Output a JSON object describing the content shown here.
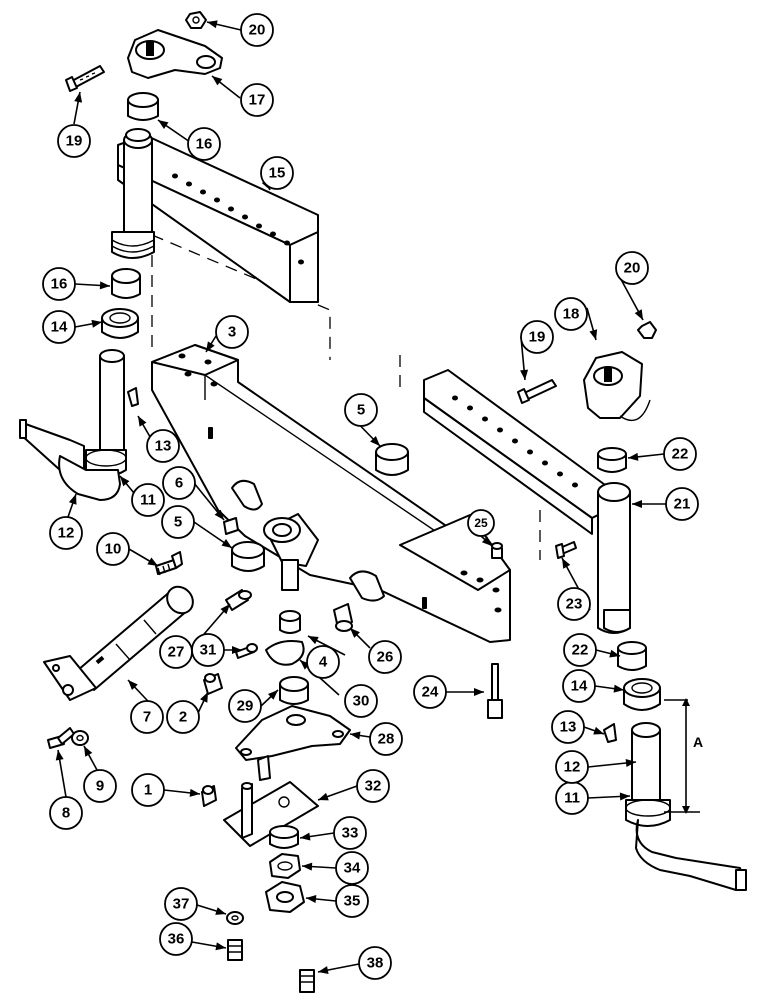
{
  "callouts": [
    {
      "label": "1"
    },
    {
      "label": "2"
    },
    {
      "label": "3"
    },
    {
      "label": "4"
    },
    {
      "label": "5"
    },
    {
      "label": "5"
    },
    {
      "label": "6"
    },
    {
      "label": "7"
    },
    {
      "label": "8"
    },
    {
      "label": "9"
    },
    {
      "label": "10"
    },
    {
      "label": "11"
    },
    {
      "label": "11"
    },
    {
      "label": "12"
    },
    {
      "label": "12"
    },
    {
      "label": "13"
    },
    {
      "label": "13"
    },
    {
      "label": "14"
    },
    {
      "label": "14"
    },
    {
      "label": "15"
    },
    {
      "label": "16"
    },
    {
      "label": "16"
    },
    {
      "label": "17"
    },
    {
      "label": "18"
    },
    {
      "label": "19"
    },
    {
      "label": "19"
    },
    {
      "label": "20"
    },
    {
      "label": "20"
    },
    {
      "label": "21"
    },
    {
      "label": "22"
    },
    {
      "label": "22"
    },
    {
      "label": "23"
    },
    {
      "label": "24"
    },
    {
      "label": "25"
    },
    {
      "label": "26"
    },
    {
      "label": "27"
    },
    {
      "label": "28"
    },
    {
      "label": "29"
    },
    {
      "label": "30"
    },
    {
      "label": "31"
    },
    {
      "label": "32"
    },
    {
      "label": "33"
    },
    {
      "label": "34"
    },
    {
      "label": "35"
    },
    {
      "label": "36"
    },
    {
      "label": "37"
    },
    {
      "label": "38"
    }
  ],
  "dimension": {
    "label": "A"
  }
}
